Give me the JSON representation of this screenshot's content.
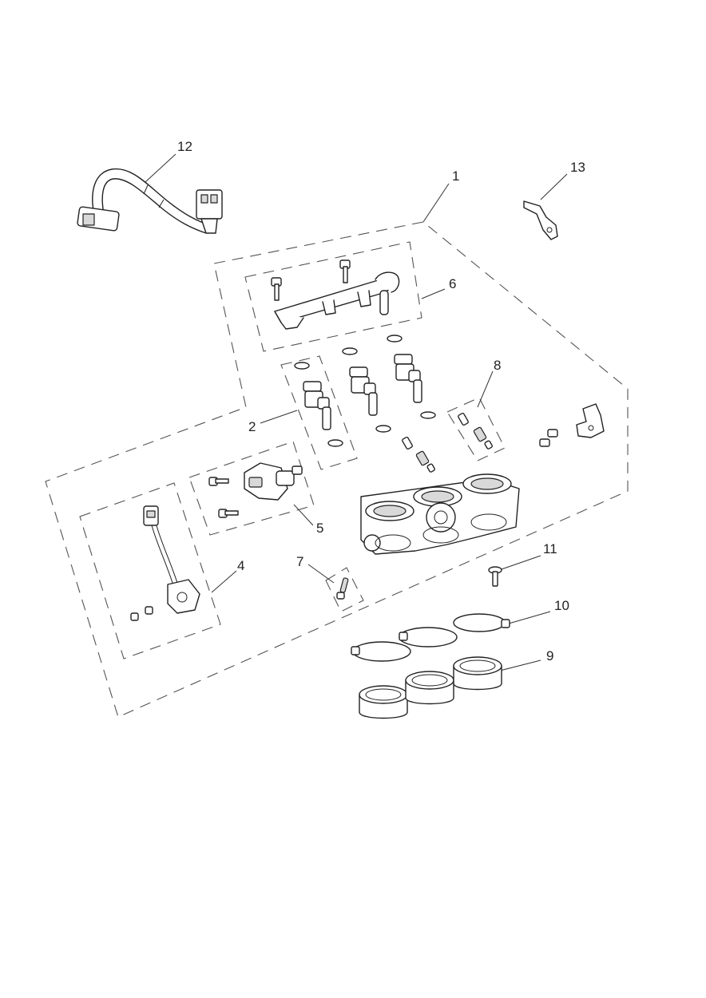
{
  "diagram": {
    "callouts": {
      "c1": "1",
      "c2": "2",
      "c4": "4",
      "c5": "5",
      "c6": "6",
      "c7": "7",
      "c8": "8",
      "c9": "9",
      "c10": "10",
      "c11": "11",
      "c12": "12",
      "c13": "13"
    }
  }
}
